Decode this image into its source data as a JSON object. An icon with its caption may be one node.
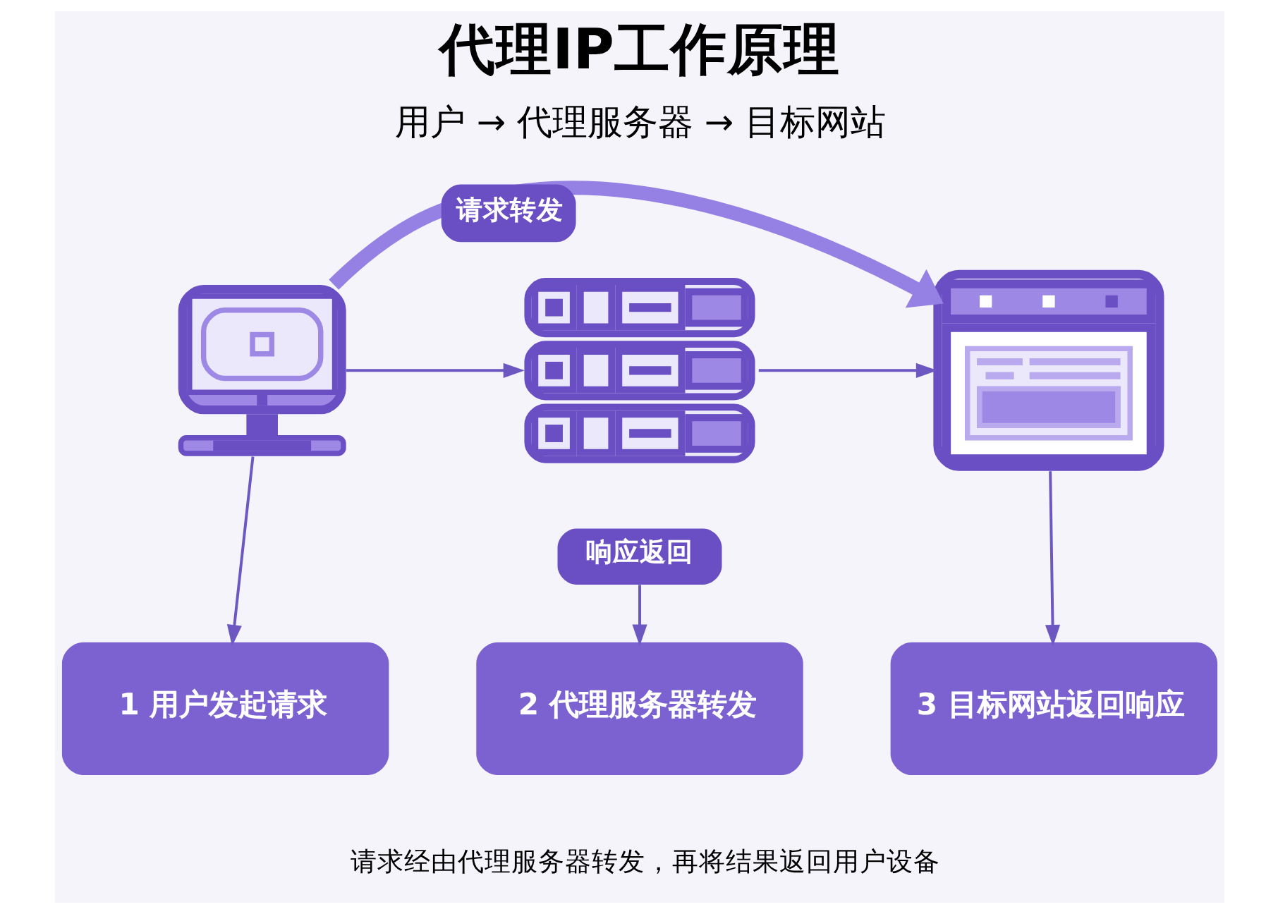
{
  "diagram": {
    "title": "代理IP工作原理",
    "caption": "请求经由代理服务器转发，再将结果返回用户设备",
    "nodes": [
      {
        "text": [],
        "shape": "picture"
      },
      {
        "text": [],
        "shape": "picture"
      },
      {
        "text": [],
        "shape": "picture"
      },
      {
        "text": [
          "响应返回"
        ]
      },
      {
        "text": [
          "1 用户发起请求"
        ]
      },
      {
        "text": [
          "2 代理服务器转发"
        ]
      },
      {
        "text": [
          "3 目标网站返回响应"
        ]
      }
    ],
    "edges": [
      {
        "from": 0,
        "to": 2,
        "arrow": "to",
        "label": "请求转发",
        "style": "thick",
        "color": "#9580e3"
      },
      {
        "from": 0,
        "to": 1,
        "arrow": "to"
      },
      {
        "from": 1,
        "to": 2,
        "arrow": "to"
      },
      {
        "from": 0,
        "to": 4,
        "arrow": "to"
      },
      {
        "from": 3,
        "to": 5,
        "arrow": "to"
      },
      {
        "from": 2,
        "to": 6,
        "arrow": "to"
      }
    ],
    "labels": [
      "用户 → 代理服务器 → 目标网站"
    ]
  }
}
